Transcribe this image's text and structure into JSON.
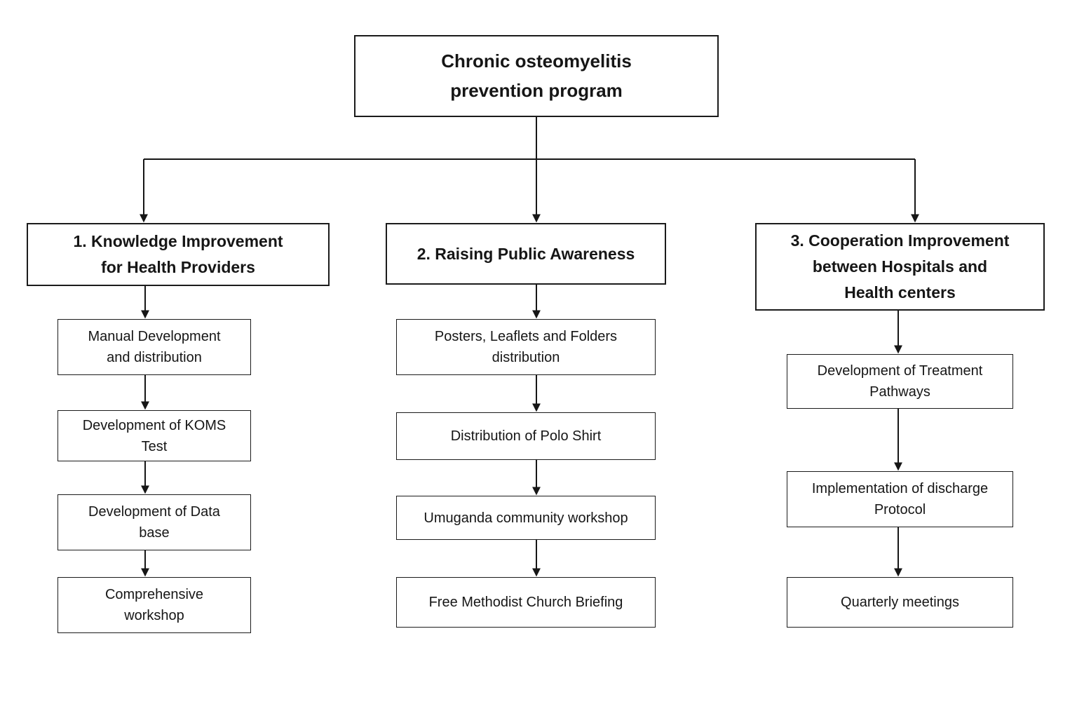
{
  "root": {
    "label": "Chronic osteomyelitis\nprevention program"
  },
  "columns": [
    {
      "header": "1. Knowledge Improvement\nfor Health Providers",
      "items": [
        "Manual Development\nand distribution",
        "Development of KOMS\nTest",
        "Development of Data\nbase",
        "Comprehensive\nworkshop"
      ]
    },
    {
      "header": "2. Raising Public Awareness",
      "items": [
        "Posters, Leaflets and Folders\ndistribution",
        "Distribution of Polo Shirt",
        "Umuganda community workshop",
        "Free Methodist Church Briefing"
      ]
    },
    {
      "header": "3. Cooperation Improvement\nbetween Hospitals and\nHealth centers",
      "items": [
        "Development of Treatment\nPathways",
        "Implementation of discharge\nProtocol",
        "Quarterly meetings"
      ]
    }
  ],
  "colors": {
    "background": "#ffffff",
    "border": "#1b1b1b",
    "line": "#161616",
    "text": "#161616"
  }
}
